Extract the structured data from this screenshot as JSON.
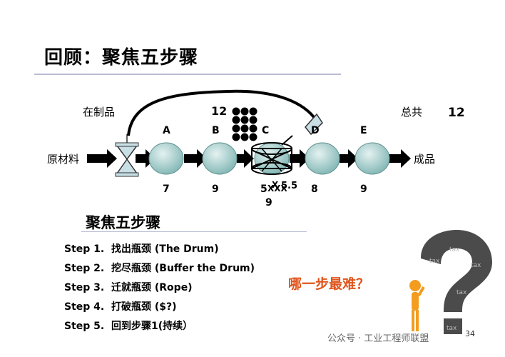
{
  "slide": {
    "title": "回顾：聚焦五步骤",
    "accent_color": "#b9bcd4"
  },
  "flow": {
    "wip_label": "在制品",
    "wip_count": "12",
    "total_label": "总共",
    "total_value": "12",
    "input_label": "原材料",
    "output_label": "成品",
    "stations": [
      {
        "name": "A",
        "capacity": "7"
      },
      {
        "name": "B",
        "capacity": "9"
      },
      {
        "name": "C",
        "capacity": "5"
      },
      {
        "name": "D",
        "capacity": "8"
      },
      {
        "name": "E",
        "capacity": "9"
      }
    ],
    "c_crossed_label": "X",
    "c_new_capacity": "5.5",
    "c_extra_text": "XXX",
    "c_below": "9",
    "station_color": "#8fc2c0",
    "buffer_color": "#c8dfe6"
  },
  "steps": {
    "heading": "聚焦五步骤",
    "items": [
      {
        "num": "Step 1.",
        "text": "找出瓶颈 (The Drum)"
      },
      {
        "num": "Step 2.",
        "text": "挖尽瓶颈 (Buffer the Drum)"
      },
      {
        "num": "Step 3.",
        "text": "迁就瓶颈 (Rope)"
      },
      {
        "num": "Step 4.",
        "text": "打破瓶颈 ($?)"
      },
      {
        "num": "Step 5.",
        "text": "回到步骤1(持续）"
      }
    ]
  },
  "callout": {
    "question": "哪一步最难？",
    "question_color": "#e0551c",
    "graphic_words": [
      "tax",
      "tax",
      "tax",
      "tax",
      "tax"
    ]
  },
  "footer": {
    "watermark": "公众号 · 工业工程师联盟",
    "page_number": "34"
  }
}
